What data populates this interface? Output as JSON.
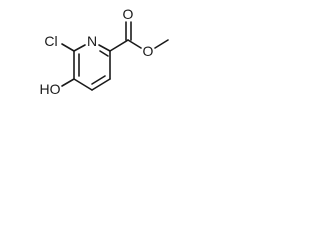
{
  "atoms": {
    "ring_nitrogen": "N",
    "chlorine": "Cl",
    "hydroxyl": "HO",
    "ester_carbonyl_oxygen": "O",
    "ester_ether_oxygen": "O"
  },
  "colors": {
    "bond": "#1a1a1a",
    "label": "#1a1a1a",
    "background": "#ffffff"
  }
}
